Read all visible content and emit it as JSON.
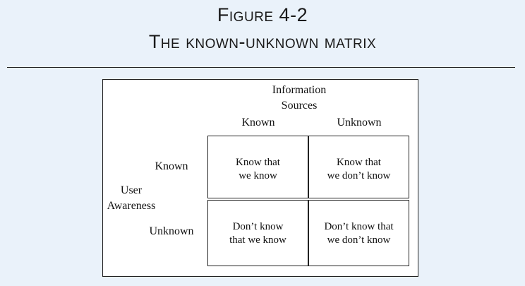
{
  "figure": {
    "number": "Figure 4-2",
    "title": "The known-unknown matrix"
  },
  "matrix": {
    "column_axis_label": "Information\nSources",
    "column_headers": [
      "Known",
      "Unknown"
    ],
    "row_axis_label": "User\nAwareness",
    "row_headers": [
      "Known",
      "Unknown"
    ],
    "cells": [
      [
        "Know that\nwe know",
        "Know that\nwe don’t know"
      ],
      [
        "Don’t know\nthat we know",
        "Don’t know that\nwe don’t know"
      ]
    ]
  }
}
